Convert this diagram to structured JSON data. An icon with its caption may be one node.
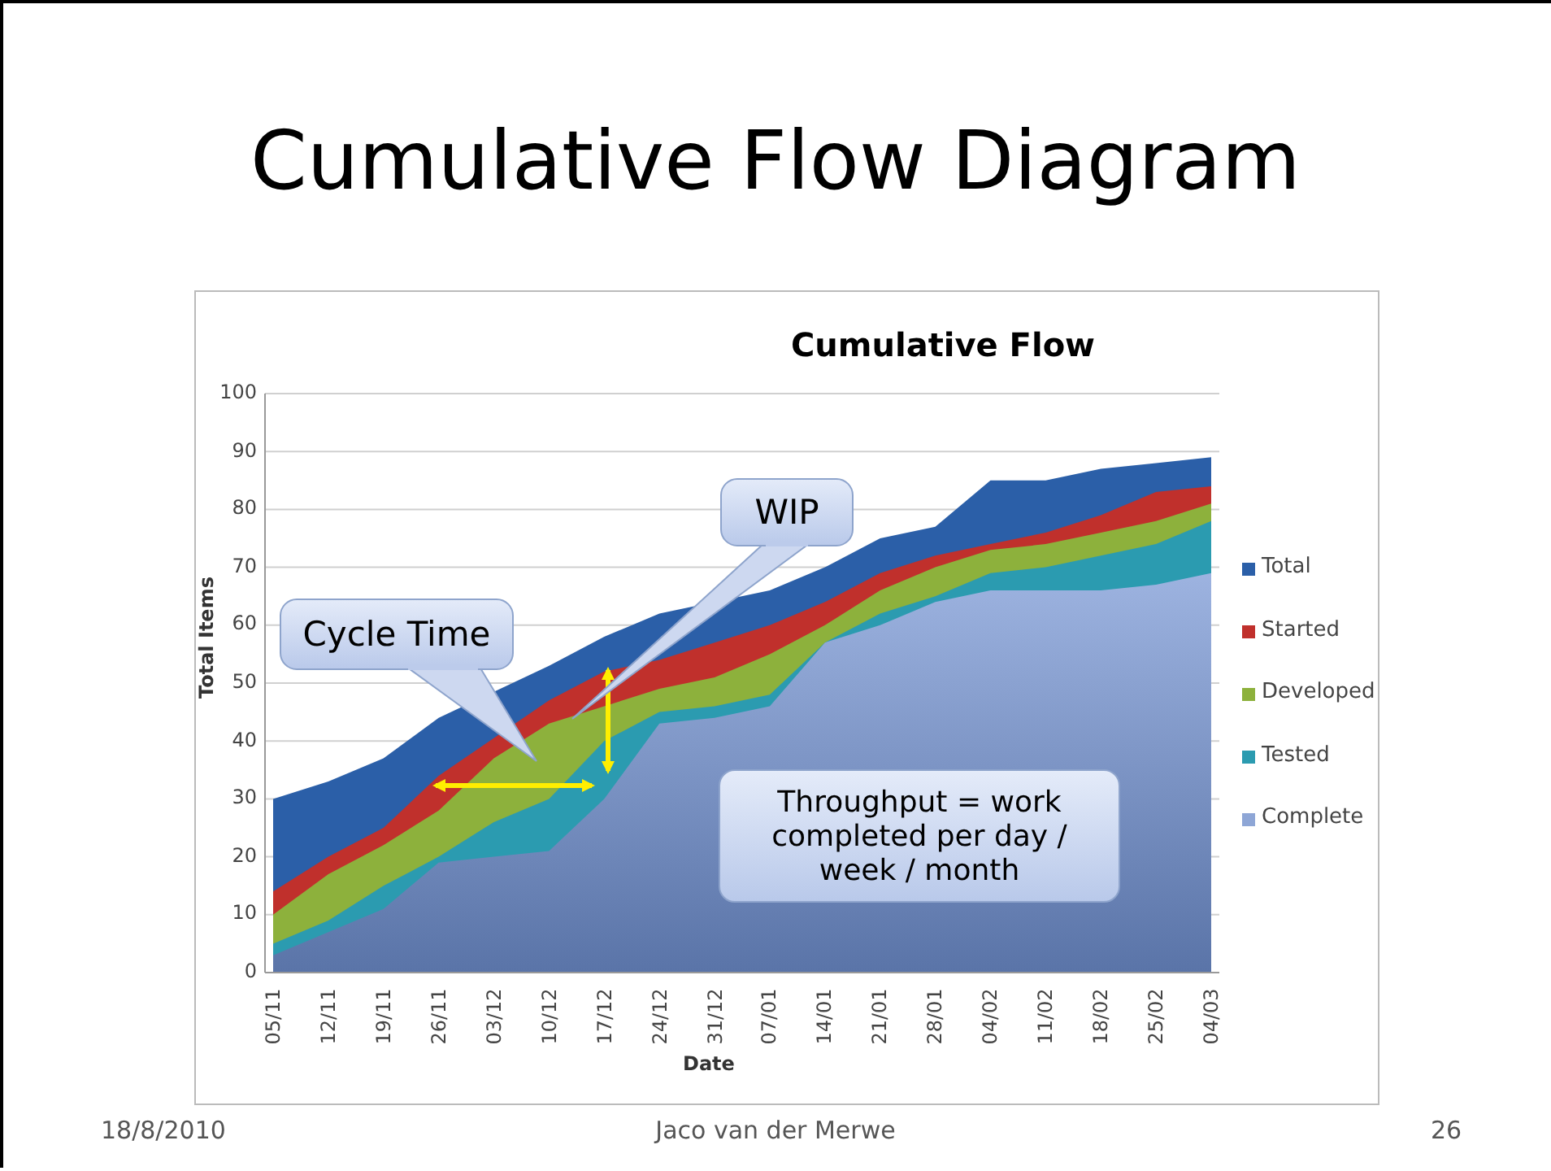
{
  "diagram": {
    "title": "Cumulative Flow Diagram",
    "nodes": [
      {
        "text": [
          "Cycle Time"
        ]
      },
      {
        "text": [
          "WIP"
        ]
      },
      {
        "text": [
          "Throughput = work completed per day / week / month"
        ]
      }
    ],
    "labels": [
      "18/8/2010",
      "Jaco van der Merwe",
      "26"
    ],
    "chart_data": {
      "type": "area",
      "title": "Cumulative Flow",
      "xlabel": "Date",
      "ylabel": "Total Items",
      "stacked": false,
      "categories": [
        "05/11",
        "12/11",
        "19/11",
        "26/11",
        "03/12",
        "10/12",
        "17/12",
        "24/12",
        "31/12",
        "07/01",
        "14/01",
        "21/01",
        "28/01",
        "04/02",
        "11/02",
        "18/02",
        "25/02",
        "04/03"
      ],
      "ylim": [
        0,
        100
      ],
      "grid": true,
      "legend": true,
      "yticks": [
        0,
        10,
        20,
        30,
        40,
        50,
        60,
        70,
        80,
        90,
        100
      ],
      "series": [
        {
          "name": "Total",
          "color": "#2b5fa8",
          "values": [
            30,
            33,
            37,
            44,
            null,
            53,
            58,
            62,
            null,
            66,
            70,
            75,
            77,
            85,
            85,
            87,
            88,
            89
          ]
        },
        {
          "name": "Started",
          "color": "#c0302c",
          "values": [
            14,
            20,
            25,
            34,
            null,
            47,
            52,
            54,
            57,
            60,
            64,
            69,
            72,
            74,
            76,
            79,
            83,
            84
          ]
        },
        {
          "name": "Developed",
          "color": "#8db13c",
          "values": [
            10,
            17,
            22,
            28,
            37,
            43,
            null,
            49,
            51,
            55,
            60,
            66,
            70,
            73,
            74,
            76,
            78,
            81
          ]
        },
        {
          "name": "Tested",
          "color": "#2b9bb0",
          "values": [
            5,
            9,
            15,
            20,
            26,
            30,
            40,
            45,
            46,
            48,
            57,
            62,
            65,
            69,
            70,
            72,
            74,
            78
          ]
        },
        {
          "name": "Complete",
          "color": "#8ea6d6",
          "values": [
            3,
            7,
            11,
            19,
            20,
            21,
            30,
            43,
            44,
            46,
            57,
            60,
            64,
            66,
            66,
            66,
            67,
            69
          ]
        }
      ]
    }
  }
}
